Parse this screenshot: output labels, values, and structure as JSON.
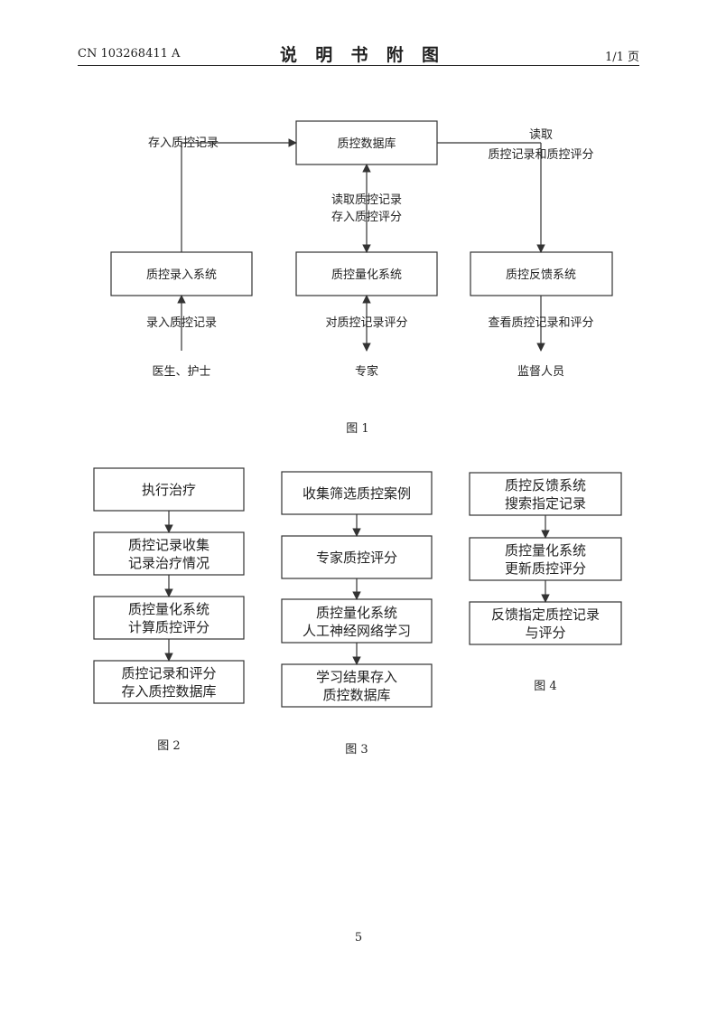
{
  "header": {
    "doc_number": "CN 103268411 A",
    "title_chars": [
      "说",
      "明",
      "书",
      "附",
      "图"
    ],
    "page_of": "1/1 页"
  },
  "fig1": {
    "caption": "图 1",
    "nodes": {
      "database": "质控数据库",
      "entry_system": "质控录入系统",
      "quant_system": "质控量化系统",
      "feedback_system": "质控反馈系统"
    },
    "actors": {
      "doctors_nurses": "医生、护士",
      "experts": "专家",
      "supervisors": "监督人员"
    },
    "edges": {
      "store_record": "存入质控记录",
      "read_line1": "读取",
      "read_line2": "质控记录和质控评分",
      "quant_line1": "读取质控记录",
      "quant_line2": "存入质控评分",
      "enter_record": "录入质控记录",
      "score_record": "对质控记录评分",
      "view_record": "查看质控记录和评分"
    }
  },
  "fig2": {
    "caption": "图 2",
    "steps": [
      {
        "line1": "执行治疗",
        "line2": ""
      },
      {
        "line1": "质控记录收集",
        "line2": "记录治疗情况"
      },
      {
        "line1": "质控量化系统",
        "line2": "计算质控评分"
      },
      {
        "line1": "质控记录和评分",
        "line2": "存入质控数据库"
      }
    ]
  },
  "fig3": {
    "caption": "图 3",
    "steps": [
      {
        "line1": "收集筛选质控案例",
        "line2": ""
      },
      {
        "line1": "专家质控评分",
        "line2": ""
      },
      {
        "line1": "质控量化系统",
        "line2": "人工神经网络学习"
      },
      {
        "line1": "学习结果存入",
        "line2": "质控数据库"
      }
    ]
  },
  "fig4": {
    "caption": "图 4",
    "steps": [
      {
        "line1": "质控反馈系统",
        "line2": "搜索指定记录"
      },
      {
        "line1": "质控量化系统",
        "line2": "更新质控评分"
      },
      {
        "line1": "反馈指定质控记录",
        "line2": "与评分"
      }
    ]
  },
  "footer": {
    "page_number": "5"
  }
}
